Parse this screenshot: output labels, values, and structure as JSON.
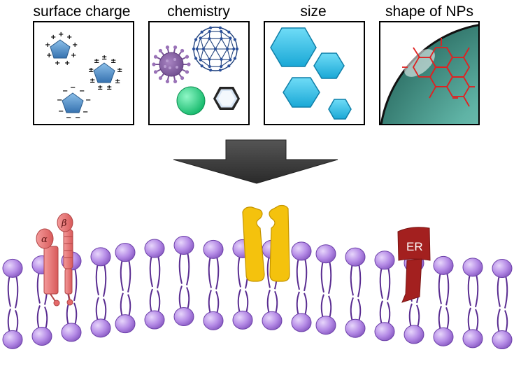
{
  "panels": [
    {
      "id": "surface-charge",
      "label": "surface charge"
    },
    {
      "id": "chemistry",
      "label": "chemistry"
    },
    {
      "id": "size",
      "label": "size"
    },
    {
      "id": "shape",
      "label": "shape of NPs"
    }
  ],
  "receptors": {
    "integrin_alpha": "α",
    "integrin_beta": "β",
    "er": "ER"
  },
  "charges": {
    "positive": "+",
    "mixed": "±",
    "negative": "−"
  },
  "colors": {
    "nanoparticle_blue": "#2ec4ea",
    "pentagon_blue": "#4f8fc8",
    "virus_purple": "#8b62a8",
    "sphere_green": "#27d98a",
    "lipid_head": "#b58be6",
    "lipid_tail": "#5a2d91",
    "integrin": "#ef7a7a",
    "channel": "#f4c20d",
    "er": "#a3201f",
    "graphene": "#e02020"
  }
}
